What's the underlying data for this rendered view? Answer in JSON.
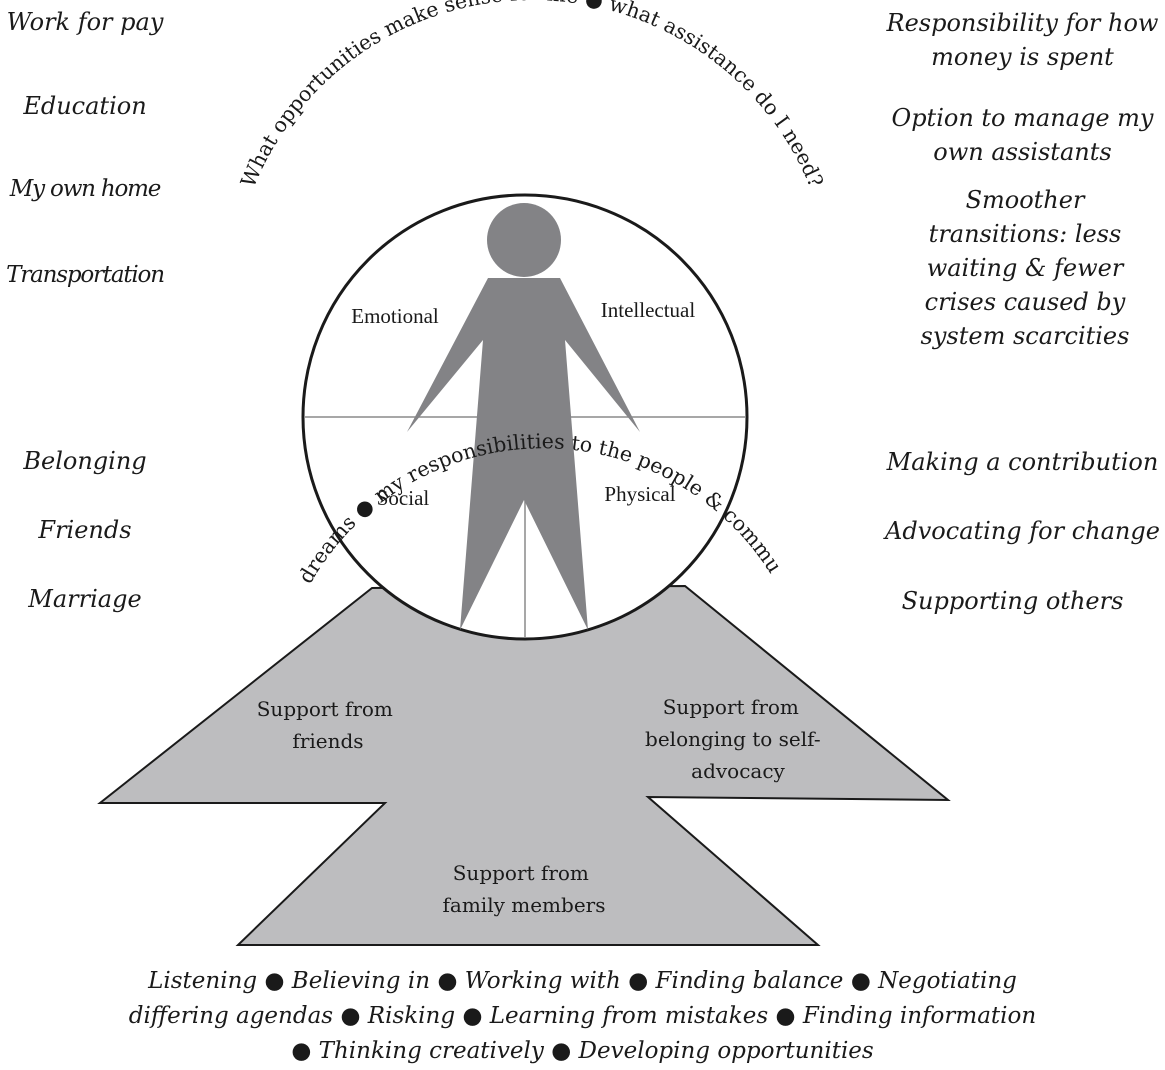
{
  "left_items": [
    "Work for pay",
    "Education",
    "My own home",
    "Transportation",
    "Belonging",
    "Friends",
    "Marriage"
  ],
  "right_items": [
    "Responsibility for how money is spent",
    "Option to manage my own assistants",
    "Smoother transitions: less waiting & fewer crises caused by system scarcities",
    "Making a contribution",
    "Advocating for change",
    "Supporting others"
  ],
  "arc_outer": "What opportunities make sense for me ● what assistance do I need?",
  "arc_inner": "What are my gifts ● my dreams ● my responsibilities to the people & communities who support me?",
  "quadrants": {
    "top_left": "Emotional",
    "top_right": "Intellectual",
    "bottom_left": "Social",
    "bottom_right": "Physical"
  },
  "supports": {
    "friends": [
      "Support from",
      "friends"
    ],
    "self_advocacy": [
      "Support from",
      "belonging to self-",
      "advocacy"
    ],
    "family": [
      "Support from",
      "family members"
    ]
  },
  "bottom_lines": [
    "Listening ● Believing in ● Working with ● Finding balance ● Negotiating",
    "differing agendas ● Risking ● Learning from mistakes ● Finding information",
    "● Thinking creatively  ● Developing opportunities"
  ],
  "colors": {
    "figure": "#838386",
    "base": "#bdbdbf",
    "outline": "#1a1a1a"
  }
}
